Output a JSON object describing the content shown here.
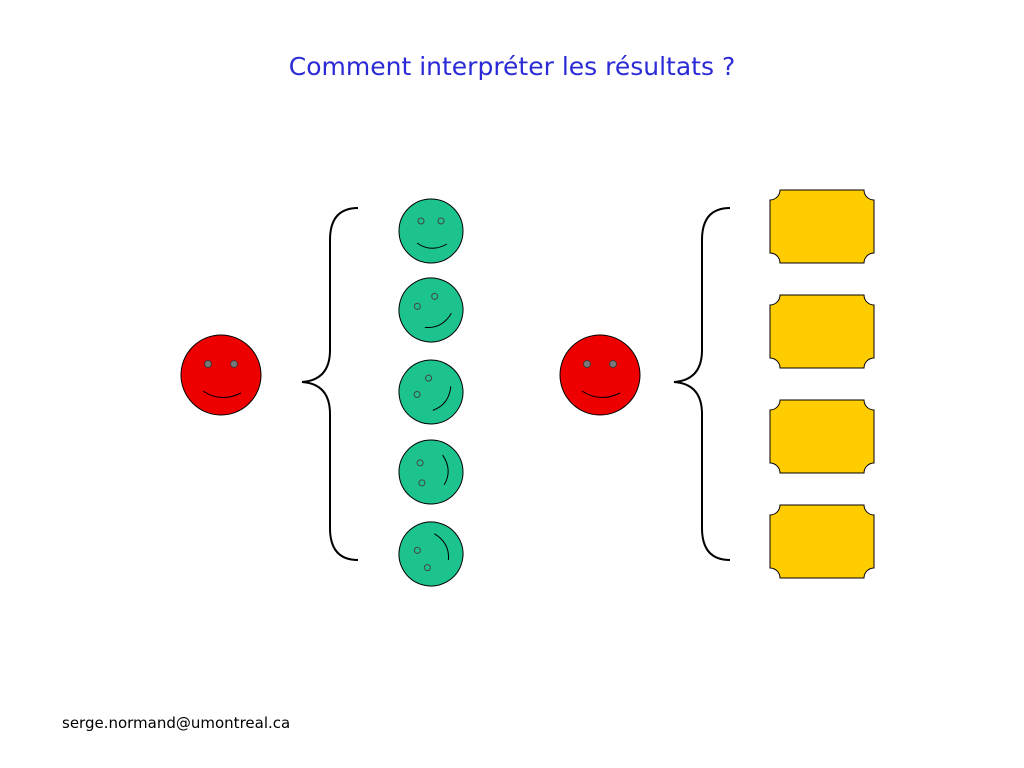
{
  "slide": {
    "title": "Comment interpréter les résultats ?",
    "footer": "serge.normand@umontreal.ca"
  },
  "colors": {
    "title": "#2b2bd6",
    "red_face": "#ee0000",
    "green_face": "#1dc38f",
    "yellow_box": "#ffcc00",
    "outline": "#000000",
    "eye": "#777777"
  },
  "diagram": {
    "left_group": {
      "source": "red-smiley-face",
      "items": [
        "smiley-face",
        "smiley-face",
        "smiley-face",
        "smiley-face",
        "smiley-face"
      ],
      "item_kind": "green-smiley-face"
    },
    "right_group": {
      "source": "red-smiley-face",
      "items": [
        "blank-box",
        "blank-box",
        "blank-box",
        "blank-box"
      ],
      "item_kind": "yellow-box"
    }
  }
}
